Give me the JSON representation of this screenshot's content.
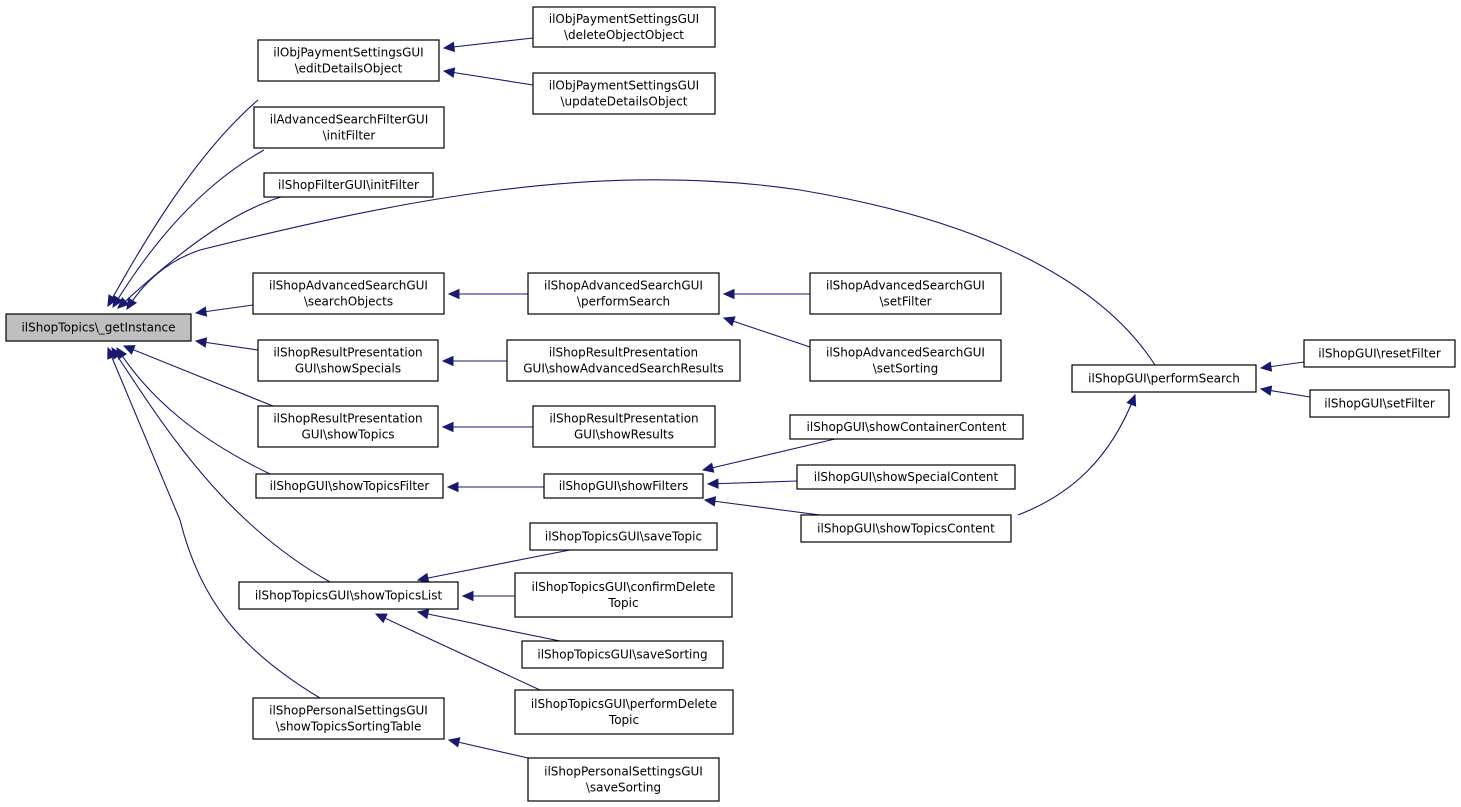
{
  "colors": {
    "edge": "#191970",
    "node_border": "#000000",
    "root_fill": "#bfbfbf",
    "node_fill": "#ffffff"
  },
  "nodes": [
    {
      "id": "root",
      "lines": [
        "ilShopTopics\\_getInstance"
      ]
    },
    {
      "id": "pay_edit",
      "lines": [
        "ilObjPaymentSettingsGUI",
        "\\editDetailsObject"
      ]
    },
    {
      "id": "pay_delete",
      "lines": [
        "ilObjPaymentSettingsGUI",
        "\\deleteObjectObject"
      ]
    },
    {
      "id": "pay_update",
      "lines": [
        "ilObjPaymentSettingsGUI",
        "\\updateDetailsObject"
      ]
    },
    {
      "id": "adv_filter",
      "lines": [
        "ilAdvancedSearchFilterGUI",
        "\\initFilter"
      ]
    },
    {
      "id": "shop_filter",
      "lines": [
        "ilShopFilterGUI\\initFilter"
      ]
    },
    {
      "id": "adv_search_objects",
      "lines": [
        "ilShopAdvancedSearchGUI",
        "\\searchObjects"
      ]
    },
    {
      "id": "adv_perform",
      "lines": [
        "ilShopAdvancedSearchGUI",
        "\\performSearch"
      ]
    },
    {
      "id": "adv_setfilter",
      "lines": [
        "ilShopAdvancedSearchGUI",
        "\\setFilter"
      ]
    },
    {
      "id": "adv_setsorting",
      "lines": [
        "ilShopAdvancedSearchGUI",
        "\\setSorting"
      ]
    },
    {
      "id": "res_specials",
      "lines": [
        "ilShopResultPresentation",
        "GUI\\showSpecials"
      ]
    },
    {
      "id": "res_adv_results",
      "lines": [
        "ilShopResultPresentation",
        "GUI\\showAdvancedSearchResults"
      ]
    },
    {
      "id": "res_topics",
      "lines": [
        "ilShopResultPresentation",
        "GUI\\showTopics"
      ]
    },
    {
      "id": "res_results",
      "lines": [
        "ilShopResultPresentation",
        "GUI\\showResults"
      ]
    },
    {
      "id": "gui_topics_filter",
      "lines": [
        "ilShopGUI\\showTopicsFilter"
      ]
    },
    {
      "id": "gui_show_filters",
      "lines": [
        "ilShopGUI\\showFilters"
      ]
    },
    {
      "id": "gui_container",
      "lines": [
        "ilShopGUI\\showContainerContent"
      ]
    },
    {
      "id": "gui_special",
      "lines": [
        "ilShopGUI\\showSpecialContent"
      ]
    },
    {
      "id": "gui_topics_content",
      "lines": [
        "ilShopGUI\\showTopicsContent"
      ]
    },
    {
      "id": "gui_perform",
      "lines": [
        "ilShopGUI\\performSearch"
      ]
    },
    {
      "id": "gui_reset",
      "lines": [
        "ilShopGUI\\resetFilter"
      ]
    },
    {
      "id": "gui_setfilter",
      "lines": [
        "ilShopGUI\\setFilter"
      ]
    },
    {
      "id": "topics_list",
      "lines": [
        "ilShopTopicsGUI\\showTopicsList"
      ]
    },
    {
      "id": "topics_save",
      "lines": [
        "ilShopTopicsGUI\\saveTopic"
      ]
    },
    {
      "id": "topics_confirm",
      "lines": [
        "ilShopTopicsGUI\\confirmDelete",
        "Topic"
      ]
    },
    {
      "id": "topics_sort",
      "lines": [
        "ilShopTopicsGUI\\saveSorting"
      ]
    },
    {
      "id": "topics_perform",
      "lines": [
        "ilShopTopicsGUI\\performDelete",
        "Topic"
      ]
    },
    {
      "id": "pers_table",
      "lines": [
        "ilShopPersonalSettingsGUI",
        "\\showTopicsSortingTable"
      ]
    },
    {
      "id": "pers_save",
      "lines": [
        "ilShopPersonalSettingsGUI",
        "\\saveSorting"
      ]
    }
  ],
  "edges": [
    {
      "from": "pay_edit",
      "to": "root"
    },
    {
      "from": "adv_filter",
      "to": "root"
    },
    {
      "from": "shop_filter",
      "to": "root"
    },
    {
      "from": "gui_perform",
      "to": "root"
    },
    {
      "from": "adv_search_objects",
      "to": "root"
    },
    {
      "from": "res_specials",
      "to": "root"
    },
    {
      "from": "res_topics",
      "to": "root"
    },
    {
      "from": "gui_topics_filter",
      "to": "root"
    },
    {
      "from": "topics_list",
      "to": "root"
    },
    {
      "from": "pers_table",
      "to": "root"
    },
    {
      "from": "pay_delete",
      "to": "pay_edit"
    },
    {
      "from": "pay_update",
      "to": "pay_edit"
    },
    {
      "from": "adv_perform",
      "to": "adv_search_objects"
    },
    {
      "from": "adv_setfilter",
      "to": "adv_perform"
    },
    {
      "from": "adv_setsorting",
      "to": "adv_perform"
    },
    {
      "from": "res_adv_results",
      "to": "res_specials"
    },
    {
      "from": "res_results",
      "to": "res_topics"
    },
    {
      "from": "gui_show_filters",
      "to": "gui_topics_filter"
    },
    {
      "from": "gui_container",
      "to": "gui_show_filters"
    },
    {
      "from": "gui_special",
      "to": "gui_show_filters"
    },
    {
      "from": "gui_topics_content",
      "to": "gui_show_filters"
    },
    {
      "from": "gui_topics_content",
      "to": "gui_perform"
    },
    {
      "from": "gui_reset",
      "to": "gui_perform"
    },
    {
      "from": "gui_setfilter",
      "to": "gui_perform"
    },
    {
      "from": "topics_save",
      "to": "topics_list"
    },
    {
      "from": "topics_confirm",
      "to": "topics_list"
    },
    {
      "from": "topics_sort",
      "to": "topics_list"
    },
    {
      "from": "topics_perform",
      "to": "topics_list"
    },
    {
      "from": "pers_save",
      "to": "pers_table"
    }
  ]
}
